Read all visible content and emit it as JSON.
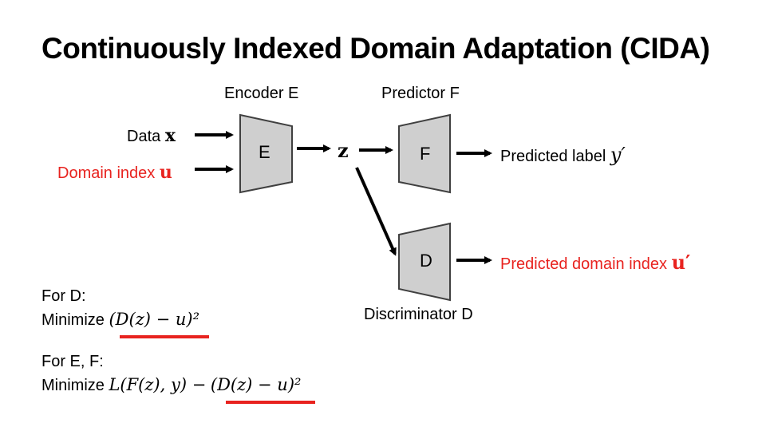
{
  "title": "Continuously Indexed Domain Adaptation (CIDA)",
  "inputs": {
    "data_label": "Data",
    "data_symbol": "x",
    "domain_label": "Domain index",
    "domain_symbol": "u"
  },
  "encoder": {
    "caption": "Encoder E",
    "letter": "E"
  },
  "latent": "z",
  "predictor": {
    "caption": "Predictor F",
    "letter": "F"
  },
  "discriminator": {
    "caption": "Discriminator D",
    "letter": "D"
  },
  "outputs": {
    "predicted_label": "Predicted label",
    "predicted_label_symbol": "y′",
    "predicted_domain": "Predicted domain index",
    "predicted_domain_symbol": "u′"
  },
  "objectives": {
    "d_heading": "For D:",
    "d_formula_prefix": "Minimize",
    "d_formula": "(D(z) − u)²",
    "ef_heading": "For E, F:",
    "ef_formula_prefix": "Minimize",
    "ef_formula_a": "L(F(z), y) −",
    "ef_formula_b": "(D(z) − u)²"
  },
  "colors": {
    "accent_red": "#e8231f",
    "block_fill": "#cfcfcf",
    "block_stroke": "#404040"
  }
}
